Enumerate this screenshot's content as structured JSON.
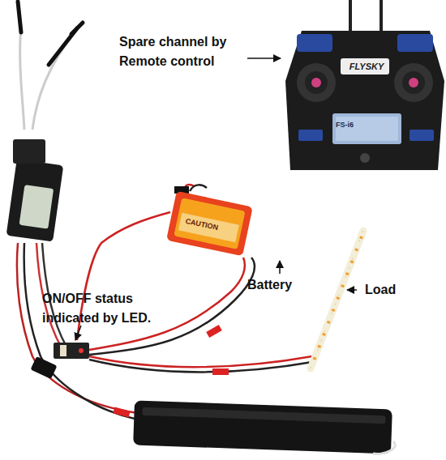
{
  "diagram": {
    "labels": [
      "Spare channel by Remote control",
      "ON/OFF status indicated by LED.",
      "Battery",
      "Load",
      "FLYSKY",
      "FS-i6",
      "CAUTION"
    ]
  }
}
